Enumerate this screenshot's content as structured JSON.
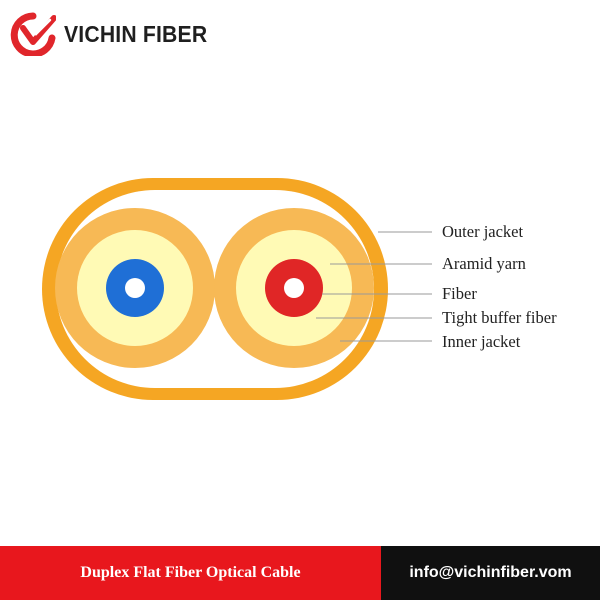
{
  "brand": {
    "name": "VICHIN FIBER",
    "accent_color": "#e0262b"
  },
  "diagram": {
    "colors": {
      "outer_jacket": "#f5a623",
      "inner_jacket": "#f7b955",
      "aramid_yarn": "#fffab5",
      "fiber_left": "#1f6fd6",
      "fiber_right": "#e02626",
      "fiber_core": "#ffffff"
    },
    "labels": {
      "outer_jacket": "Outer jacket",
      "aramid_yarn": "Aramid yarn",
      "fiber": "Fiber",
      "tight_buffer_fiber": "Tight buffer fiber",
      "inner_jacket": "Inner jacket"
    }
  },
  "footer": {
    "product_name": "Duplex Flat Fiber Optical Cable",
    "email": "info@vichinfiber.vom",
    "left_color": "#e8171d",
    "right_color": "#101010"
  }
}
